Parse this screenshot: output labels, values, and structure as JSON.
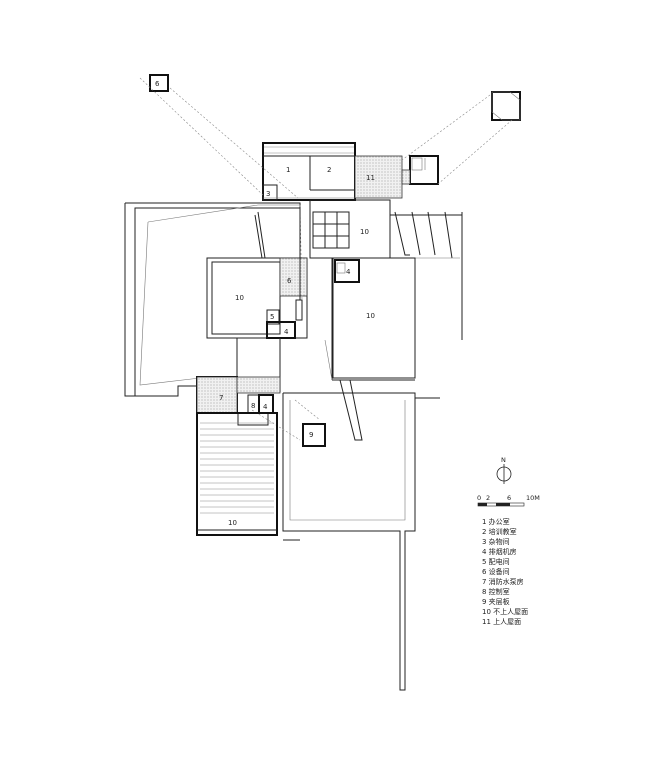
{
  "rooms": {
    "r1": "1",
    "r2": "2",
    "r3": "3",
    "r11": "11",
    "r10_top": "10",
    "r10_left": "10",
    "r10_right": "10",
    "r10_bottom": "10",
    "r6_main": "6",
    "r6_box": "6",
    "r5": "5",
    "r4_a": "4",
    "r4_b": "4",
    "r4_c": "4",
    "r7": "7",
    "r8": "8",
    "r9": "9"
  },
  "north": "N",
  "scale": {
    "t0": "0",
    "t2": "2",
    "t6": "6",
    "t10": "10M"
  },
  "legend": [
    "1  办公室",
    "2  培训教室",
    "3  杂物间",
    "4  排烟机房",
    "5  配电间",
    "6  设备间",
    "7  消防水泵房",
    "8  控制室",
    "9  夹层板",
    "10 不上人屋面",
    "11 上人屋面"
  ]
}
